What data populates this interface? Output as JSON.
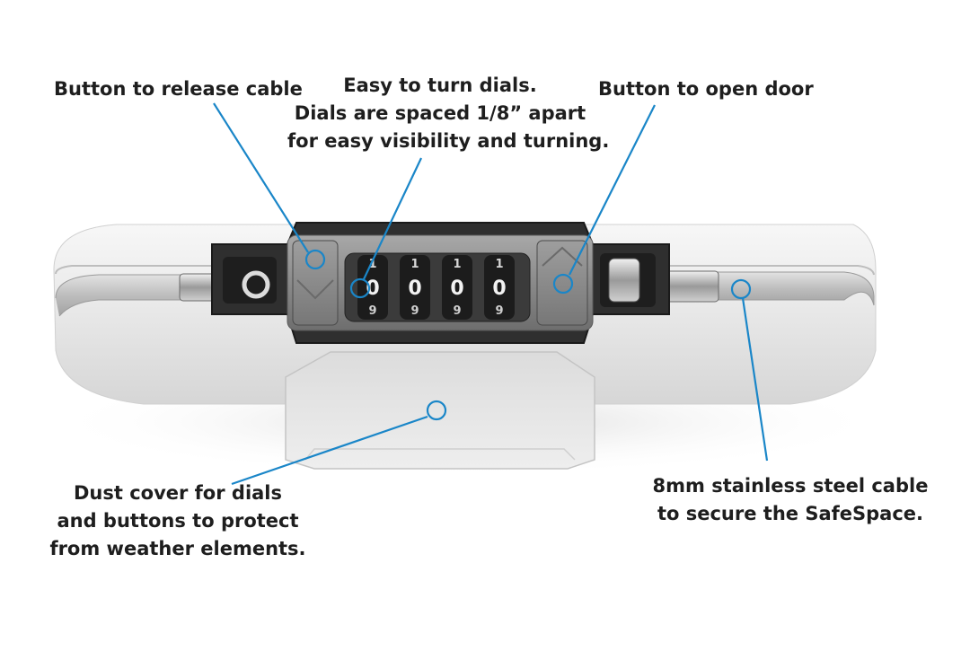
{
  "labels": {
    "release_button": "Button to release cable",
    "dials": [
      "Easy to turn dials.",
      "Dials are spaced 1/8” apart",
      "for easy visibility and turning."
    ],
    "open_button": "Button to open door",
    "dust_cover": [
      "Dust cover for dials",
      "and buttons to protect",
      "from weather elements."
    ],
    "cable": [
      "8mm stainless steel cable",
      "to secure the SafeSpace."
    ]
  },
  "dials": [
    {
      "above": "1",
      "current": "0",
      "below": "9"
    },
    {
      "above": "1",
      "current": "0",
      "below": "9"
    },
    {
      "above": "1",
      "current": "0",
      "below": "9"
    },
    {
      "above": "1",
      "current": "0",
      "below": "9"
    }
  ],
  "colors": {
    "callout": "#1a86c8",
    "label_text": "#1e1e1e",
    "case_body": "#eaeaea",
    "lock_frame": "#3a3a3a",
    "lock_plate": "#8c8c8c",
    "dial_wheel": "#1c1c1c",
    "cable": "#c8c8c8"
  }
}
